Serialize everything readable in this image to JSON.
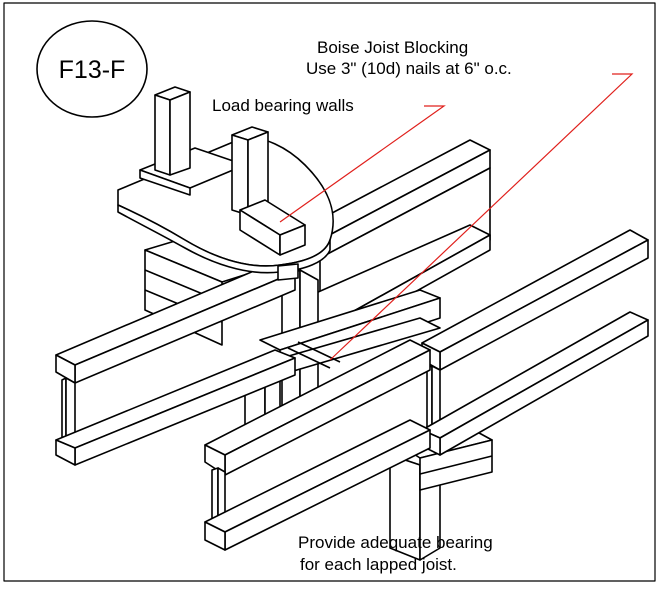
{
  "detail_id": "F13-F",
  "labels": {
    "blocking_line1": "Boise Joist Blocking",
    "blocking_line2": "Use 3\" (10d) nails at 6\" o.c.",
    "walls": "Load bearing walls",
    "bearing_line1": "Provide adequate bearing",
    "bearing_line2": "for each lapped joist."
  },
  "colors": {
    "ink": "#000000",
    "leader": "#e0201c",
    "paper": "#ffffff"
  }
}
